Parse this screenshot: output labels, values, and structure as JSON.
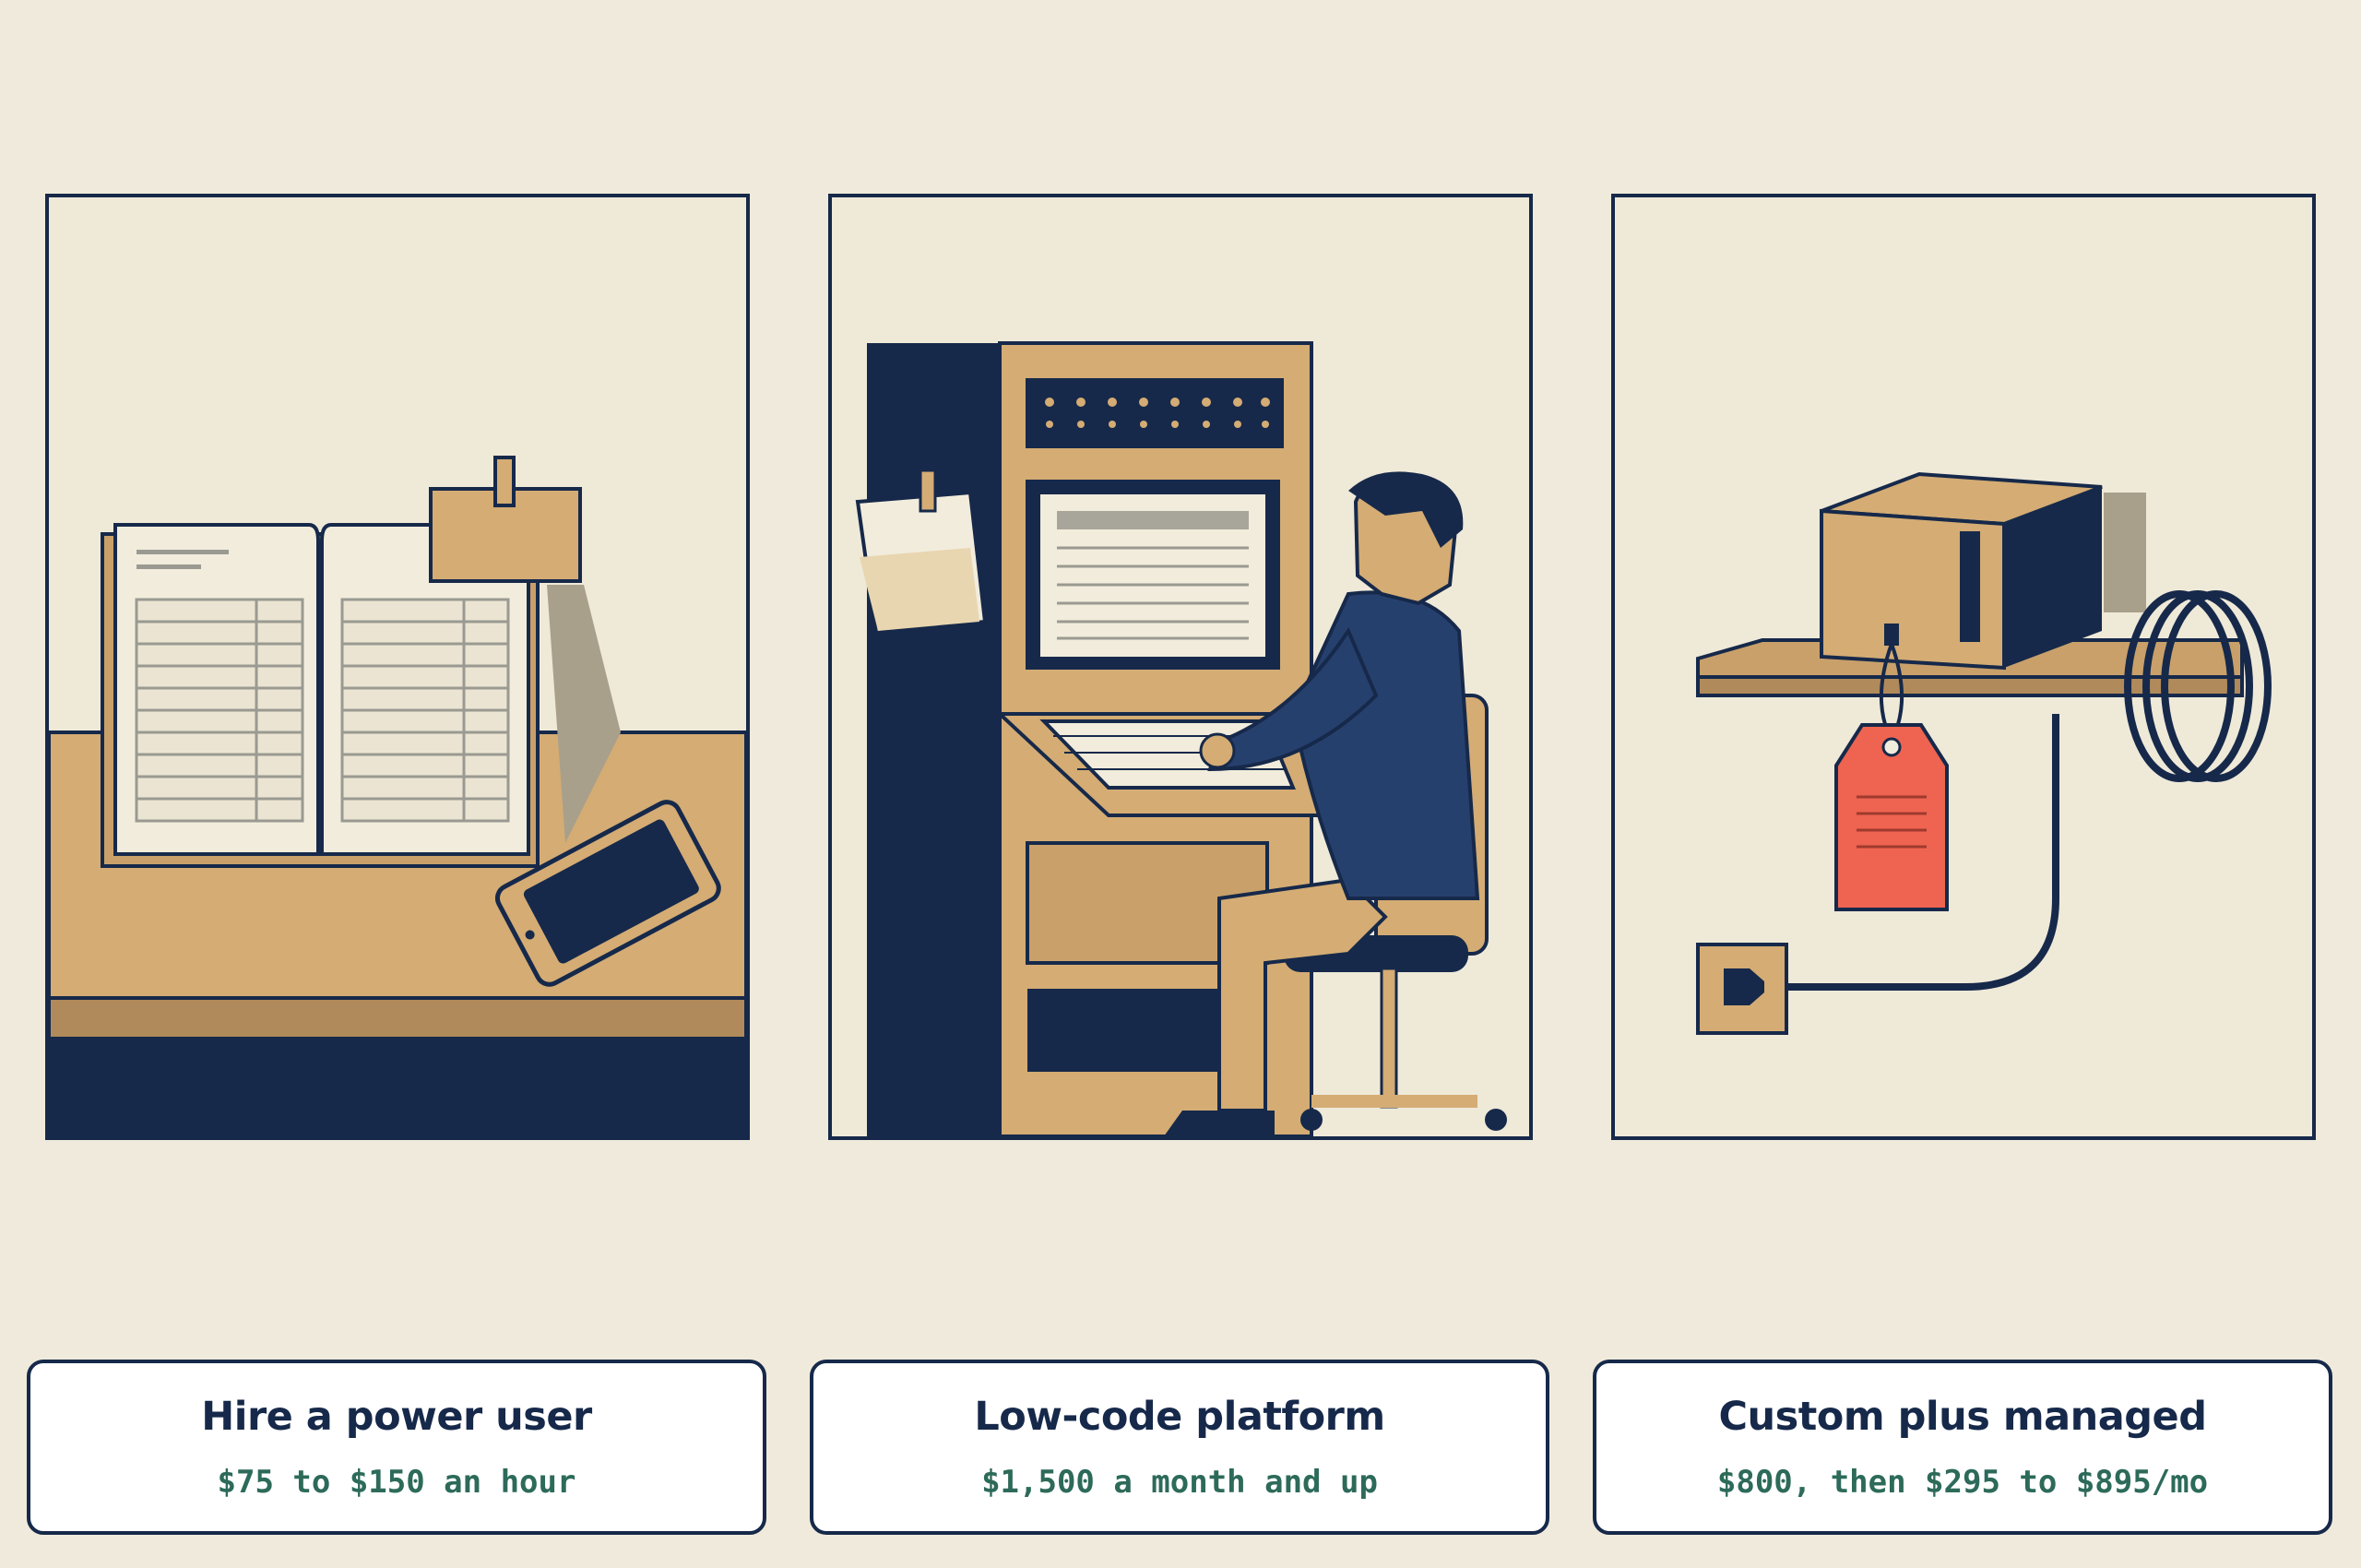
{
  "options": [
    {
      "title": "Hire a power user",
      "price": "$75 to $150 an hour",
      "illustration": "ledger-and-phone-on-desk"
    },
    {
      "title": "Low-code platform",
      "price": "$1,500 a month and up",
      "illustration": "person-at-terminal"
    },
    {
      "title": "Custom plus managed",
      "price": "$800, then $295 to $895/mo",
      "illustration": "boxed-device-with-price-tag"
    }
  ],
  "colors": {
    "background": "#efeadb",
    "navy": "#16294a",
    "tan": "#d4ac74",
    "price_text": "#2d6a5a",
    "tag_red": "#ee6450"
  }
}
